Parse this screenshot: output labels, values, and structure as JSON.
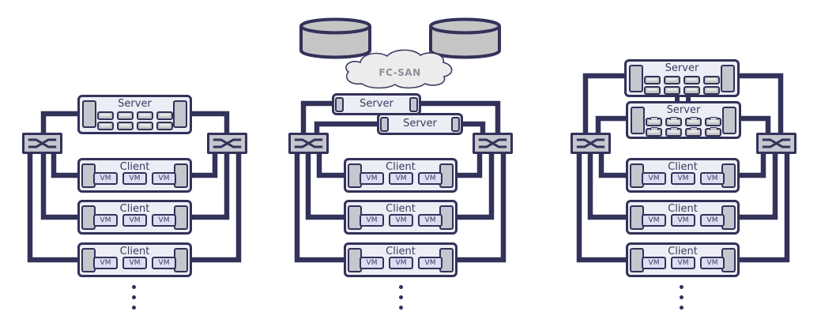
{
  "diagram": {
    "type": "network-topology-diagram",
    "background": "#ffffff",
    "colors": {
      "line": "#32325a",
      "node_fill": "#edeef5",
      "vm_fill": "#dcdff2",
      "port_fill": "#c5c6ce",
      "disk_fill": "#c8c8c8",
      "cylinder_fill": "#c5c5c5",
      "cloud_fill": "#ececec",
      "label_text": "#39395f",
      "cloud_text": "#8f9099"
    },
    "icons": {
      "switch": "crossbar-switch-icon",
      "disk": "disk-icon",
      "storage": "cylinder-icon",
      "cloud": "cloud-icon",
      "ellipsis": "vertical-ellipsis-icon"
    }
  },
  "panels": [
    {
      "servers": [
        {
          "label": "Server",
          "disk_count": 8
        }
      ],
      "switch_count": 2,
      "clients": [
        {
          "label": "Client",
          "vms": [
            "VM",
            "VM",
            "VM"
          ]
        },
        {
          "label": "Client",
          "vms": [
            "VM",
            "VM",
            "VM"
          ]
        },
        {
          "label": "Client",
          "vms": [
            "VM",
            "VM",
            "VM"
          ]
        }
      ]
    },
    {
      "storage": {
        "cylinder_count": 2,
        "san_label": "FC-SAN"
      },
      "servers": [
        {
          "label": "Server"
        },
        {
          "label": "Server"
        }
      ],
      "switch_count": 2,
      "clients": [
        {
          "label": "Client",
          "vms": [
            "VM",
            "VM",
            "VM"
          ]
        },
        {
          "label": "Client",
          "vms": [
            "VM",
            "VM",
            "VM"
          ]
        },
        {
          "label": "Client",
          "vms": [
            "VM",
            "VM",
            "VM"
          ]
        }
      ]
    },
    {
      "servers": [
        {
          "label": "Server",
          "disk_count": 8
        },
        {
          "label": "Server",
          "disk_count": 8
        }
      ],
      "switch_count": 2,
      "clients": [
        {
          "label": "Client",
          "vms": [
            "VM",
            "VM",
            "VM"
          ]
        },
        {
          "label": "Client",
          "vms": [
            "VM",
            "VM",
            "VM"
          ]
        },
        {
          "label": "Client",
          "vms": [
            "VM",
            "VM",
            "VM"
          ]
        }
      ]
    }
  ]
}
